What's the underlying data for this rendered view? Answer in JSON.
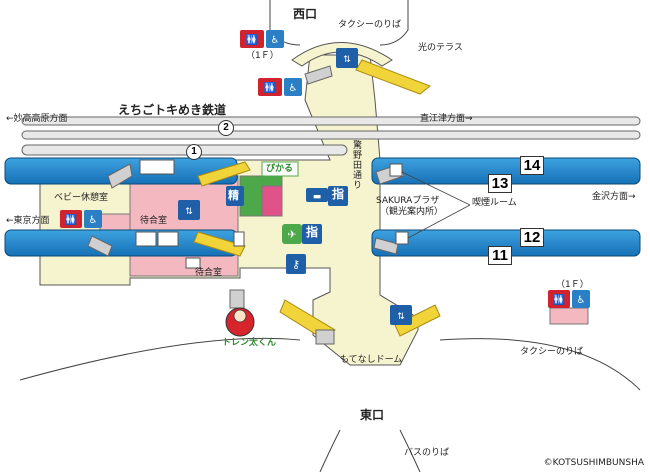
{
  "exits": {
    "west": "西口",
    "east": "東口"
  },
  "places": {
    "taxi_west": "タクシーのりば",
    "taxi_east": "タクシーのりば",
    "bus": "バスのりば",
    "hikari_terrace": "光のテラス",
    "motenashi_dome": "もてなしドーム",
    "sakura_plaza_line1": "SAKURAプラザ",
    "sakura_plaza_line2": "（観光案内所）",
    "smoking_room": "喫煙ルーム",
    "baby_room": "ベビー休憩室",
    "waiting_room_1": "待合室",
    "waiting_room_2": "待合室",
    "passage": "驚野田通り",
    "floor_1f_a": "（1Ｆ）",
    "floor_1f_b": "（1Ｆ）",
    "shop_name": "ぴかる",
    "mascot": "トレン太くん"
  },
  "lines": {
    "echigo_tokimeki": "えちごトキめき鉄道"
  },
  "directions": {
    "myoko_kogen": "←妙高高原方面",
    "naoetsu": "直江津方面→",
    "tokyo": "←東京方面",
    "kanazawa": "金沢方面→"
  },
  "platforms": {
    "p1": "1",
    "p2": "2",
    "p11": "11",
    "p12": "12",
    "p13": "13",
    "p14": "14"
  },
  "signs": {
    "fare_adjustment": "精",
    "reserved_ticket_1": "指",
    "reserved_ticket_2": "指"
  },
  "icons": {
    "restroom": "restroom-icon",
    "wheelchair": "wheelchair-icon",
    "elevator": "elevator-icon",
    "escalator": "escalator-icon",
    "ticket_machine": "ticket-machine-icon",
    "green_window": "green-window-icon",
    "locker": "coin-locker-icon"
  },
  "copyright": "©KOTSUSHIMBUNSHA",
  "colors": {
    "platform_blue": "#1a82c8",
    "concourse_yellow": "#f6f3cf",
    "waiting_pink": "#f4b9c0",
    "escalator_yellow": "#f1d33a",
    "shop_green": "#4da84a",
    "shop_pink": "#e05388",
    "sign_blue": "#1f5fa8",
    "restroom_red": "#d0232f"
  }
}
